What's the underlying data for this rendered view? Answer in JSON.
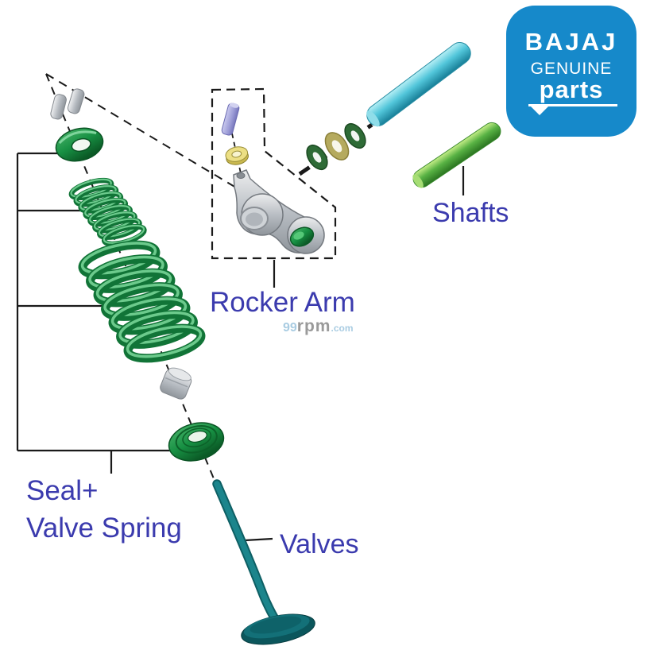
{
  "labels": {
    "shafts": "Shafts",
    "rocker_arm": "Rocker Arm",
    "seal_plus": "Seal+",
    "valve_spring": "Valve Spring",
    "valves": "Valves"
  },
  "watermark": {
    "prefix": "99",
    "name": "rpm",
    "suffix": ".com"
  },
  "logo": {
    "brand": "BAJAJ",
    "line2": "GENUINE",
    "line3": "parts"
  },
  "parts": [
    "valve-keepers",
    "spring-retainer",
    "inner-valve-spring",
    "outer-valve-spring",
    "valve-guide-cap",
    "spring-seat-seal",
    "valve",
    "rocker-arm",
    "adjuster-pin",
    "adjuster-nut",
    "shaft-washers",
    "rocker-shaft-long",
    "rocker-shaft-short"
  ],
  "colors": {
    "background": "#ffffff",
    "label_text": "#3b3bae",
    "logo_background": "#1689ca",
    "logo_text": "#ffffff",
    "watermark_blue": "#a9cce2",
    "watermark_gray": "#9a9a9a",
    "spring_green": "#117437",
    "valve_teal": "#0e5f64",
    "shaft_cyan": "#52c6da",
    "shaft_green": "#58b244",
    "washer_green": "#2e6b36",
    "washer_olive": "#b5aa5e",
    "pin_lavender": "#9b9bd6",
    "nut_yellow": "#ecdf84",
    "metal_gray": "#b9bec4"
  }
}
